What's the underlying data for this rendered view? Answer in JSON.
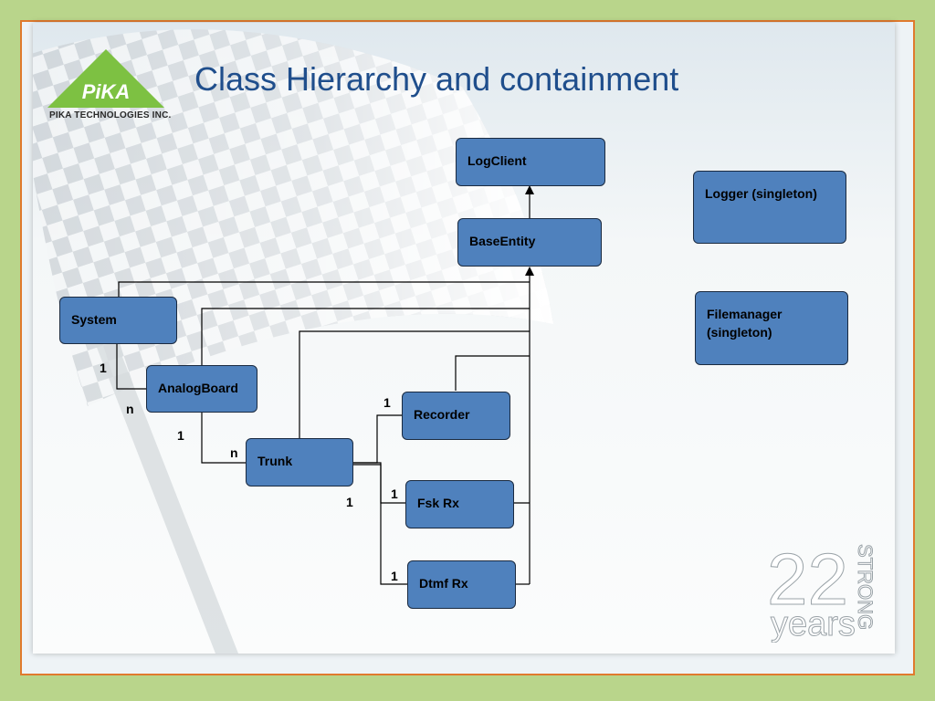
{
  "slide": {
    "title": "Class Hierarchy and containment",
    "logo_name": "PiKA",
    "logo_caption": "PIKA TECHNOLOGIES INC.",
    "badge": {
      "number": "22",
      "word1": "STRONG",
      "word2": "years"
    }
  },
  "diagram": {
    "classes": {
      "logclient": "LogClient",
      "baseentity": "BaseEntity",
      "logger": "Logger (singleton)",
      "filemanager_line1": "Filemanager",
      "filemanager_line2": "(singleton)",
      "system": "System",
      "analogboard": "AnalogBoard",
      "trunk": "Trunk",
      "recorder": "Recorder",
      "fskrx": "Fsk Rx",
      "dtmfrx": "Dtmf Rx"
    },
    "multiplicities": {
      "system_side": "1",
      "analogboard_side": "n",
      "analogboard_trunk_side": "1",
      "trunk_side": "n",
      "recorder_side": "1",
      "trunk_bottom": "1",
      "fskrx_side": "1",
      "dtmfrx_side": "1"
    }
  },
  "colors": {
    "outer_background": "#b9d58b",
    "border_orange": "#e07a2e",
    "box_fill": "#4f81bd",
    "title_blue": "#1f4e8c"
  }
}
